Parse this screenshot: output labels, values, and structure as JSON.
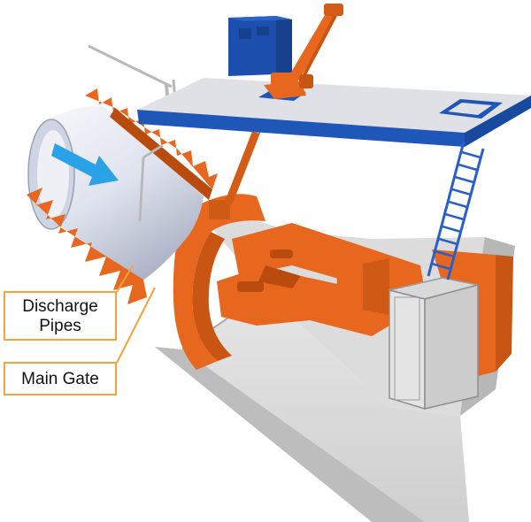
{
  "labels": {
    "discharge_line1": "Discharge",
    "discharge_line2": "Pipes",
    "main_gate": "Main Gate"
  },
  "colors": {
    "gate_orange": "#e8671e",
    "gate_orange_dark": "#b94b0f",
    "deck_blue": "#1e57b8",
    "control_box_blue": "#1d4fae",
    "concrete_light": "#e9e9e9",
    "concrete_mid": "#cfcfcf",
    "concrete_dark": "#a9a9a9",
    "pipe_silver": "#dfe3ee",
    "flow_arrow": "#2aa2e8",
    "callout_line": "#f2a43a"
  },
  "icons": [
    "flow-direction-arrow",
    "ladder",
    "control-box",
    "hydraulic-cylinder"
  ]
}
